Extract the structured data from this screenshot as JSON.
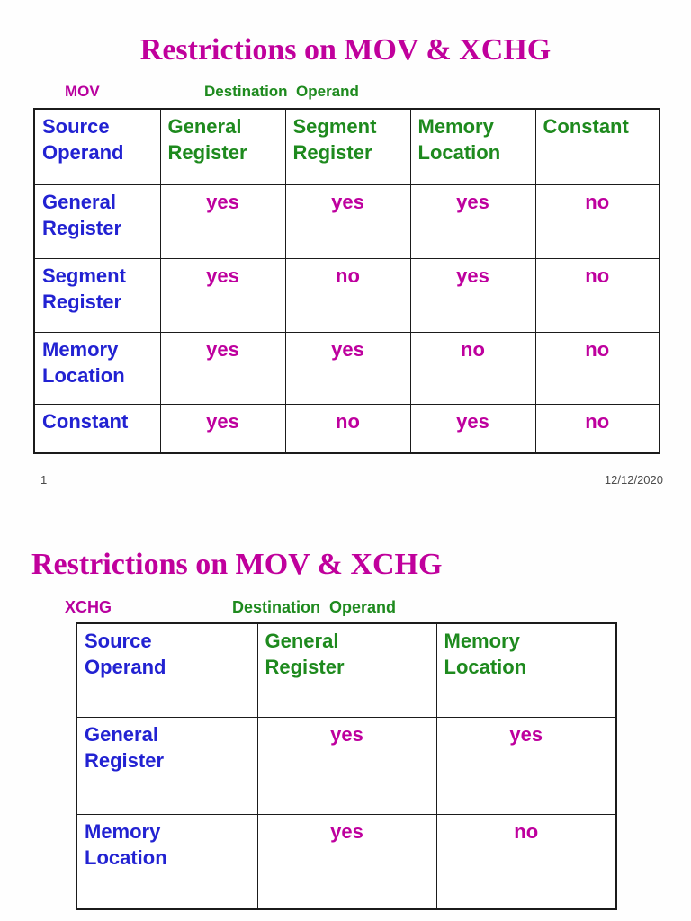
{
  "colors": {
    "title_magenta": "#c0009c",
    "label_magenta": "#b8009e",
    "header_green": "#1e8a1e",
    "header_blue": "#2222d2",
    "value_magenta": "#be009e",
    "footer_gray": "#4a4a4a",
    "border_black": "#1b1b1b",
    "page_bg": "#fefefe"
  },
  "slide1": {
    "title": "Restrictions on MOV & XCHG",
    "instruction_label": "MOV",
    "destination_label": "Destination  Operand",
    "table": {
      "corner_header": "Source\nOperand",
      "col_headers": [
        "General\nRegister",
        "Segment\nRegister",
        "Memory\nLocation",
        "Constant"
      ],
      "rows": [
        {
          "label": "General\nRegister",
          "values": [
            "yes",
            "yes",
            "yes",
            "no"
          ]
        },
        {
          "label": "Segment\nRegister",
          "values": [
            "yes",
            "no",
            "yes",
            "no"
          ]
        },
        {
          "label": "Memory\nLocation",
          "values": [
            "yes",
            "yes",
            "no",
            "no"
          ]
        },
        {
          "label": "Constant",
          "values": [
            "yes",
            "no",
            "yes",
            "no"
          ]
        }
      ]
    },
    "footer": {
      "page_number": "1",
      "date": "12/12/2020"
    }
  },
  "slide2": {
    "title": "Restrictions on MOV & XCHG",
    "instruction_label": "XCHG",
    "destination_label": "Destination  Operand",
    "table": {
      "corner_header": "Source\nOperand",
      "col_headers": [
        "General\nRegister",
        "Memory\nLocation"
      ],
      "rows": [
        {
          "label": "General\nRegister",
          "values": [
            "yes",
            "yes"
          ]
        },
        {
          "label": "Memory\nLocation",
          "values": [
            "yes",
            "no"
          ]
        }
      ]
    }
  }
}
